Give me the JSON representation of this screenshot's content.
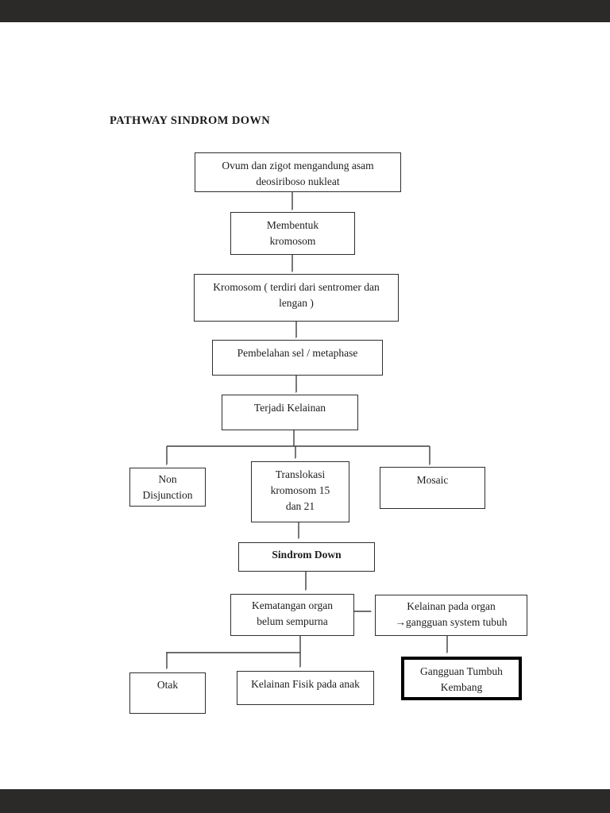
{
  "page": {
    "title": "PATHWAY SINDROM DOWN"
  },
  "nodes": {
    "ovum": {
      "label": "Ovum dan zigot mengandung asam\ndeosiriboso nukleat"
    },
    "membentuk": {
      "label": "Membentuk\nkromosom"
    },
    "kromosom": {
      "label": "Kromosom ( terdiri dari sentromer dan\nlengan )"
    },
    "pembelahan": {
      "label": "Pembelahan sel / metaphase"
    },
    "terjadi_kelainan": {
      "label": "Terjadi Kelainan"
    },
    "non_disjunction": {
      "label": "Non\nDisjunction"
    },
    "translokasi": {
      "label": "Translokasi\nkromosom 15\ndan 21"
    },
    "mosaic": {
      "label": "Mosaic"
    },
    "sindrom_down": {
      "label": "Sindrom Down"
    },
    "kematangan": {
      "label": "Kematangan organ\nbelum sempurna"
    },
    "kelainan_organ": {
      "label": "Kelainan pada organ\n→gangguan system tubuh"
    },
    "otak": {
      "label": "Otak"
    },
    "kelainan_fisik": {
      "label": "Kelainan Fisik pada anak"
    },
    "gangguan_tumbuh": {
      "label": "Gangguan Tumbuh\nKembang"
    }
  },
  "colors": {
    "ink": "#1d1d1d",
    "box_border": "#2e2e2e",
    "emphasis_border": "#000000",
    "arrow": "#3f3f3f",
    "page_bg": "#ffffff",
    "viewer_chrome": "#2b2a29"
  }
}
